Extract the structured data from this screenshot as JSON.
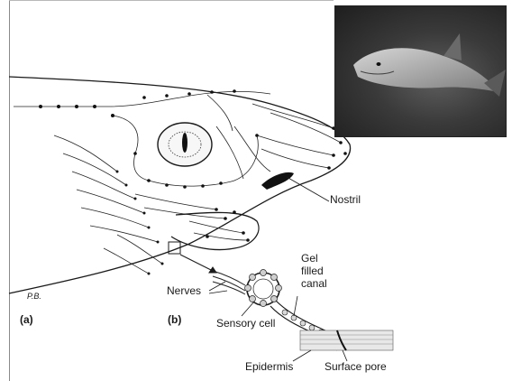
{
  "labels": {
    "nostril": "Nostril",
    "nerves": "Nerves",
    "gel_filled_canal_1": "Gel",
    "gel_filled_canal_2": "filled",
    "gel_filled_canal_3": "canal",
    "sensory_cell": "Sensory cell",
    "epidermis": "Epidermis",
    "surface_pore": "Surface pore",
    "panel_a": "(a)",
    "panel_b": "(b)",
    "signature": "P.B."
  }
}
